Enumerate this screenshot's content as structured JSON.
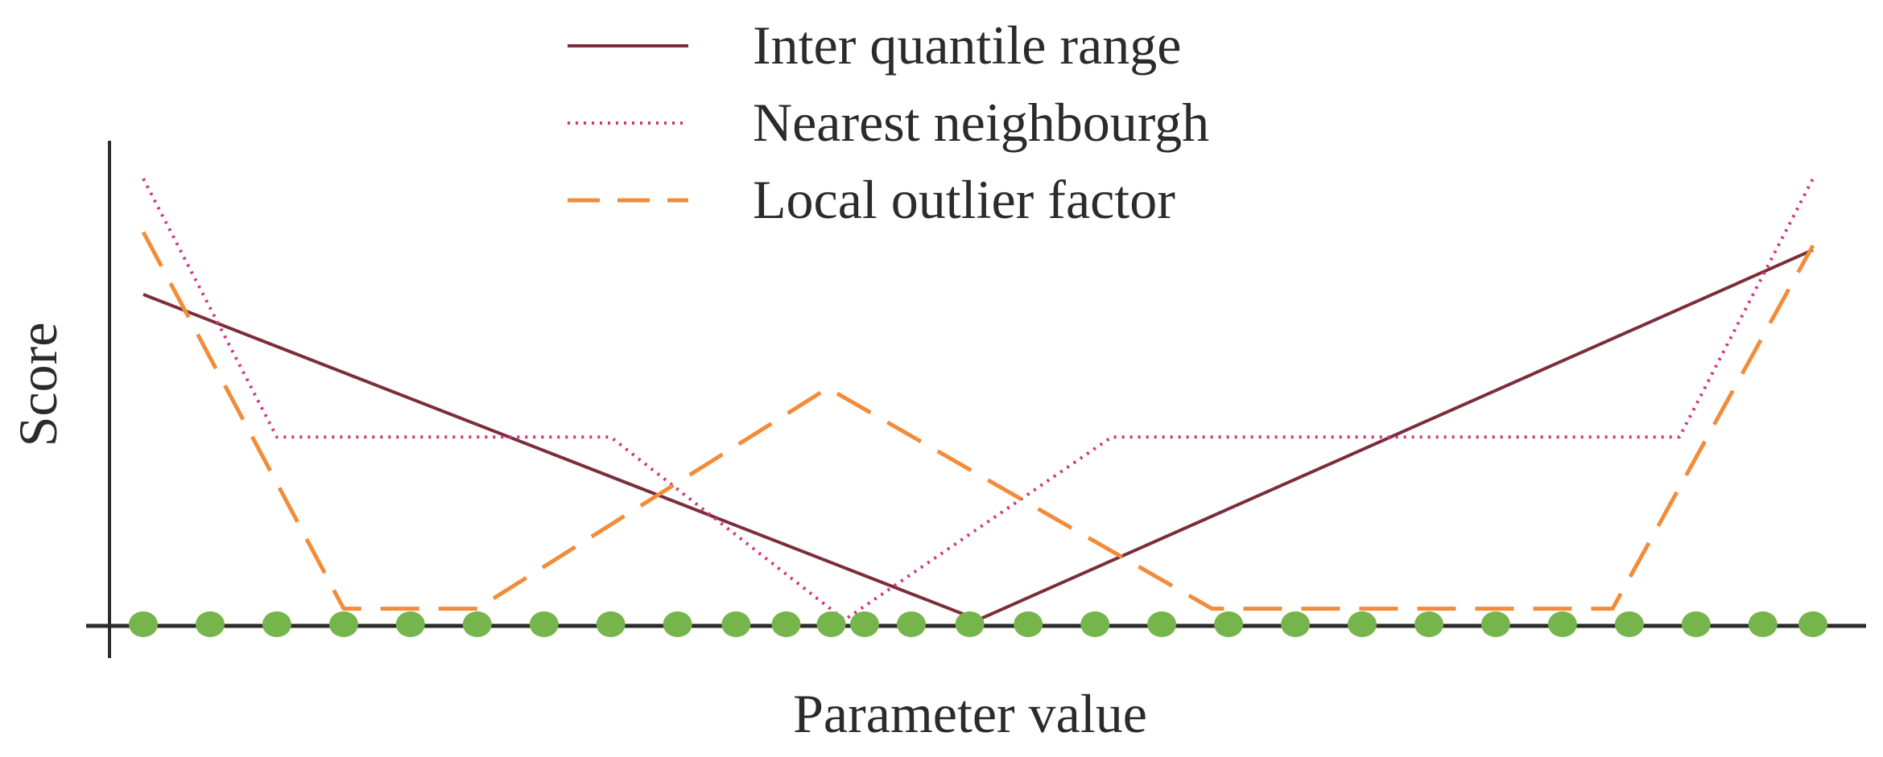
{
  "chart_data": {
    "type": "line",
    "xlabel": "Parameter value",
    "ylabel": "Score",
    "ylim": [
      0,
      10
    ],
    "grid": false,
    "legend_position": "top-center",
    "series": [
      {
        "name": "Inter quantile range",
        "color": "#7b2d3a",
        "style": "solid",
        "x": [
          0,
          5,
          10
        ],
        "y": [
          7.4,
          0.1,
          8.4
        ]
      },
      {
        "name": "Nearest neighbourgh",
        "color": "#d6337a",
        "style": "dotted",
        "x": [
          0,
          0.8,
          2.8,
          4.2,
          5.8,
          9.2,
          10
        ],
        "y": [
          10,
          4.2,
          4.2,
          0.1,
          4.2,
          4.2,
          10
        ]
      },
      {
        "name": "Local outlier factor",
        "color": "#f28c3a",
        "style": "dashed",
        "x": [
          0,
          1.2,
          2.0,
          4.1,
          6.4,
          8.8,
          10
        ],
        "y": [
          8.8,
          0.35,
          0.35,
          5.3,
          0.35,
          0.35,
          8.5
        ]
      }
    ],
    "markers": {
      "color": "#76b54c",
      "y": 0,
      "x": [
        0,
        0.4,
        0.8,
        1.2,
        1.6,
        2.0,
        2.4,
        2.8,
        3.2,
        3.55,
        3.85,
        4.12,
        4.32,
        4.6,
        4.95,
        5.3,
        5.7,
        6.1,
        6.5,
        6.9,
        7.3,
        7.7,
        8.1,
        8.5,
        8.9,
        9.3,
        9.7,
        10
      ]
    }
  }
}
